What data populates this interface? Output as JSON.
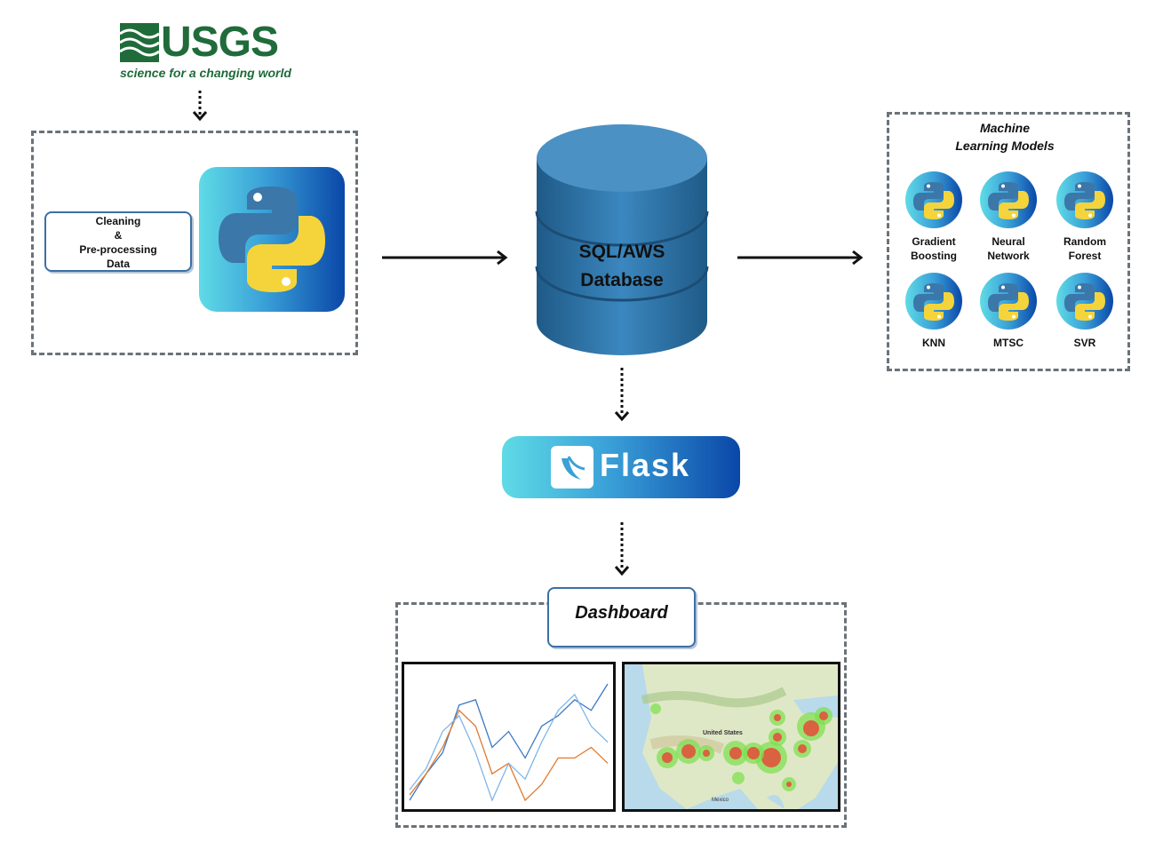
{
  "usgs": {
    "name": "USGS",
    "tagline": "science for a changing world"
  },
  "preprocess": {
    "line1": "Cleaning",
    "line2": "&",
    "line3": "Pre-processing",
    "line4": "Data"
  },
  "database": {
    "line1": "SQL/AWS",
    "line2": "Database"
  },
  "ml": {
    "title_line1": "Machine",
    "title_line2": "Learning Models",
    "models": [
      {
        "line1": "Gradient",
        "line2": "Boosting",
        "icon": "python-icon"
      },
      {
        "line1": "Neural",
        "line2": "Network",
        "icon": "python-icon"
      },
      {
        "line1": "Random",
        "line2": "Forest",
        "icon": "python-icon"
      },
      {
        "line1": "KNN",
        "line2": "",
        "icon": "python-icon"
      },
      {
        "line1": "MTSC",
        "line2": "",
        "icon": "python-icon"
      },
      {
        "line1": "SVR",
        "line2": "",
        "icon": "python-icon"
      }
    ]
  },
  "flask": {
    "label": "Flask",
    "icon": "flask-icon"
  },
  "dashboard": {
    "title": "Dashboard",
    "map_labels": {
      "country1": "United States",
      "country2": "Mexico"
    }
  },
  "chart_data": {
    "type": "line",
    "title": "",
    "xlabel": "",
    "ylabel": "",
    "x": [
      0,
      1,
      2,
      3,
      4,
      5,
      6,
      7,
      8,
      9,
      10,
      11,
      12
    ],
    "series": [
      {
        "color": "#3c78c8",
        "values": [
          2,
          12,
          20,
          38,
          40,
          22,
          28,
          18,
          30,
          34,
          40,
          36,
          46
        ]
      },
      {
        "color": "#e07b30",
        "values": [
          4,
          12,
          22,
          36,
          30,
          12,
          16,
          2,
          8,
          18,
          18,
          22,
          16
        ]
      },
      {
        "color": "#7fb6e8",
        "values": [
          6,
          14,
          28,
          34,
          20,
          2,
          16,
          10,
          24,
          36,
          42,
          30,
          24
        ]
      }
    ]
  },
  "colors": {
    "accent_start": "#5fdbe6",
    "accent_end": "#0a47a8",
    "usgs_green": "#1f6b3a",
    "db_blue": "#2d6fa0"
  }
}
